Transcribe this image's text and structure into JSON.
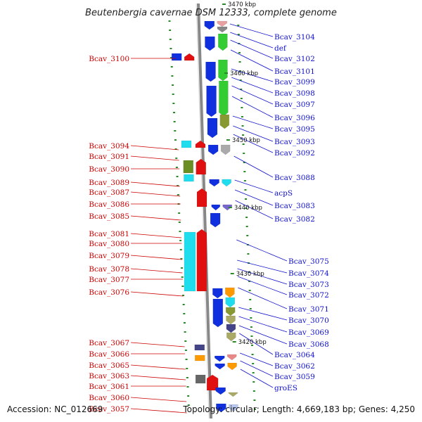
{
  "title": "Beutenbergia cavernae DSM 12333, complete genome",
  "footer": {
    "accession": "Accession: NC_012669",
    "stats": "Topology: circular; Length: 4,669,183 bp; Genes: 4,250"
  },
  "colors": {
    "left_label": "#cc0000",
    "right_label": "#1010cc",
    "backbone": "#888888",
    "tick": "#2a8a2a"
  },
  "kbp_marks": [
    "3470 kbp",
    "3460 kbp",
    "3450 kbp",
    "3440 kbp",
    "3430 kbp",
    "3420 kbp"
  ],
  "left_genes": [
    "Bcav_3100",
    "Bcav_3094",
    "Bcav_3091",
    "Bcav_3090",
    "Bcav_3089",
    "Bcav_3087",
    "Bcav_3086",
    "Bcav_3085",
    "Bcav_3081",
    "Bcav_3080",
    "Bcav_3079",
    "Bcav_3078",
    "Bcav_3077",
    "Bcav_3076",
    "Bcav_3067",
    "Bcav_3066",
    "Bcav_3065",
    "Bcav_3063",
    "Bcav_3061",
    "Bcav_3060",
    "Bcav_3057"
  ],
  "right_genes": [
    "Bcav_3104",
    "def",
    "Bcav_3102",
    "Bcav_3101",
    "Bcav_3099",
    "Bcav_3098",
    "Bcav_3097",
    "Bcav_3096",
    "Bcav_3095",
    "Bcav_3093",
    "Bcav_3092",
    "Bcav_3088",
    "acpS",
    "Bcav_3083",
    "Bcav_3082",
    "Bcav_3075",
    "Bcav_3074",
    "Bcav_3073",
    "Bcav_3072",
    "Bcav_3071",
    "Bcav_3070",
    "Bcav_3069",
    "Bcav_3068",
    "Bcav_3064",
    "Bcav_3062",
    "Bcav_3059",
    "groES"
  ]
}
